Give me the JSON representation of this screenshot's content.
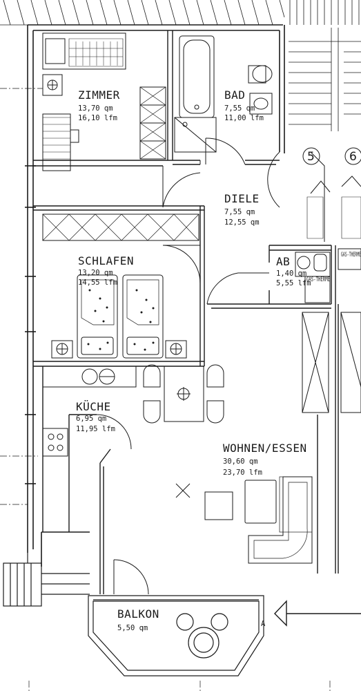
{
  "plan": {
    "rooms": [
      {
        "name": "ZIMMER",
        "area": "13,70 qm",
        "perimeter": "16,10 lfm"
      },
      {
        "name": "BAD",
        "area": "7,55 qm",
        "perimeter": "11,00 lfm"
      },
      {
        "name": "DIELE",
        "area": "7,55 qm",
        "perimeter": "12,55 qm"
      },
      {
        "name": "SCHLAFEN",
        "area": "13,20 qm",
        "perimeter": "14,55 lfm"
      },
      {
        "name": "AB",
        "area": "1,40 qm",
        "perimeter": "5,55 lfm"
      },
      {
        "name": "KÜCHE",
        "area": "6,95 qm",
        "perimeter": "11,95 lfm"
      },
      {
        "name": "WOHNEN/ESSEN",
        "area": "30,60 qm",
        "perimeter": "23,70 lfm"
      },
      {
        "name": "BALKON",
        "area": "5,50 qm"
      }
    ],
    "fixtures": {
      "gas_therme_1": "GAS-THERME",
      "gas_therme_2": "GAS-THERME"
    },
    "markers": {
      "circle_5": "5",
      "circle_6": "6",
      "section_marker": "A"
    }
  }
}
